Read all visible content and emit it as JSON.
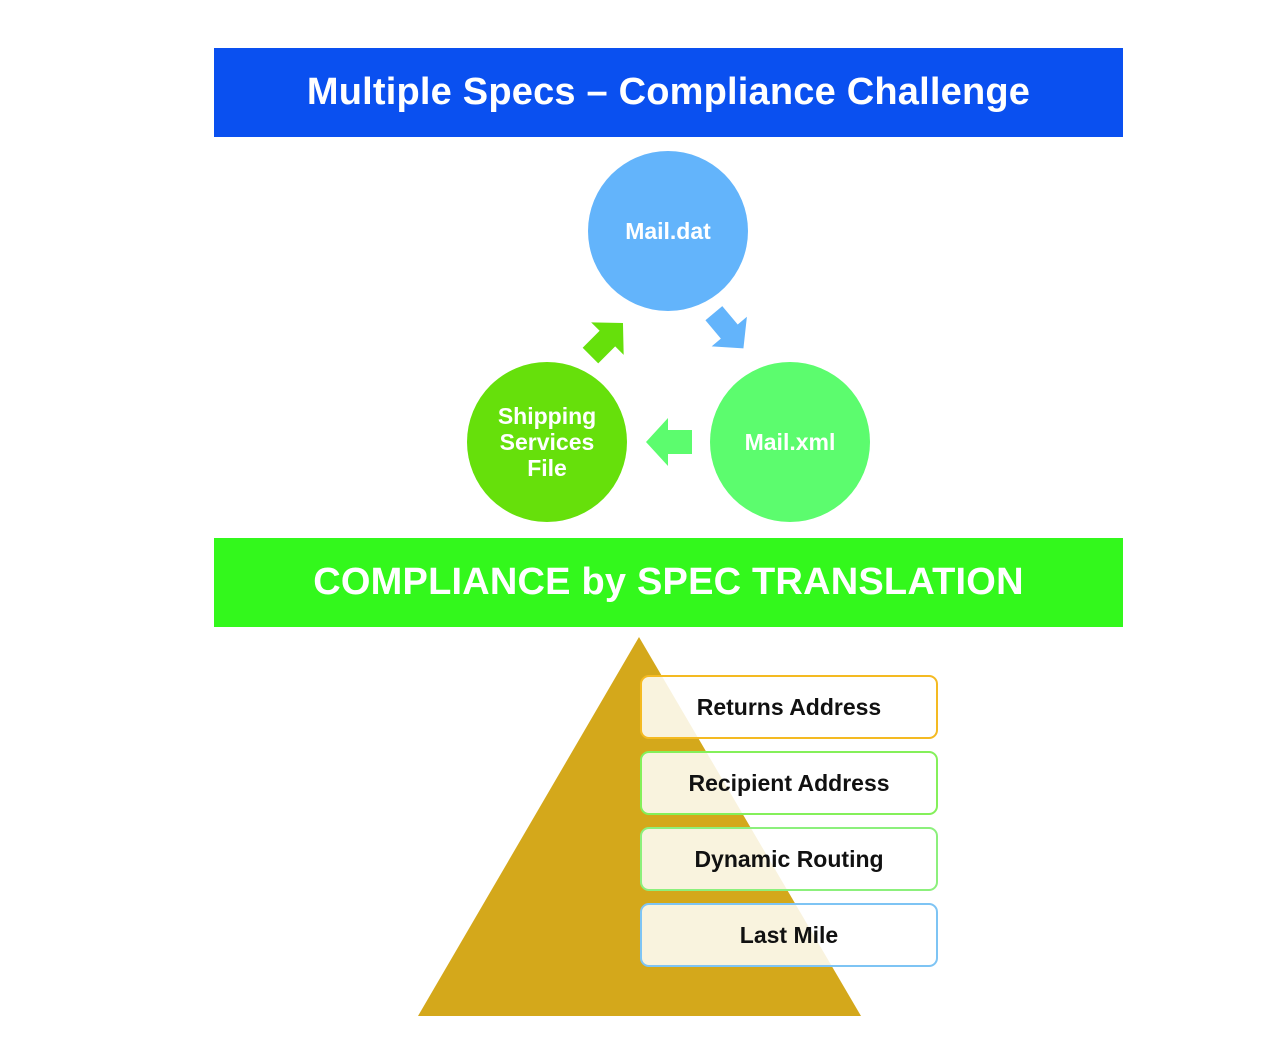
{
  "top_banner": {
    "title": "Multiple Specs – Compliance Challenge",
    "color": "#0a50f0"
  },
  "cycle": {
    "nodes": [
      {
        "label": "Mail.dat",
        "color": "#63b4fb"
      },
      {
        "label": "Mail.xml",
        "color": "#5cfc6e"
      },
      {
        "label": "Shipping\nServices\nFile",
        "color": "#66e00b"
      }
    ],
    "arrows": [
      {
        "from": "Mail.dat",
        "to": "Mail.xml",
        "color": "#63b4fb"
      },
      {
        "from": "Mail.xml",
        "to": "Shipping\nServices\nFile",
        "color": "#5cfc6e"
      },
      {
        "from": "Shipping\nServices\nFile",
        "to": "Mail.dat",
        "color": "#66e00b"
      }
    ]
  },
  "bottom_banner": {
    "title": "COMPLIANCE by SPEC TRANSLATION",
    "color": "#33f81c"
  },
  "pyramid": {
    "color": "#d4a81b",
    "layers": [
      {
        "label": "Returns Address",
        "border": "#f4ba22"
      },
      {
        "label": "Recipient Address",
        "border": "#84f05a"
      },
      {
        "label": "Dynamic Routing",
        "border": "#8cf07c"
      },
      {
        "label": "Last Mile",
        "border": "#7ec4f4"
      }
    ]
  }
}
